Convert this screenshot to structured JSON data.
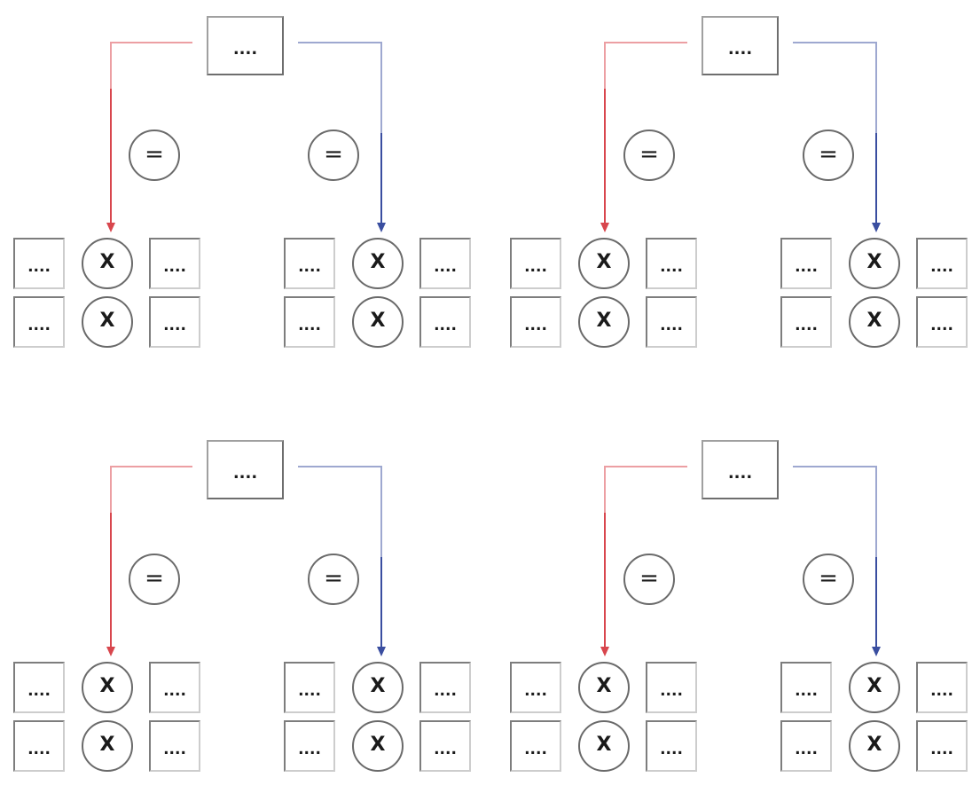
{
  "diagrams": [
    {
      "top_label": "....",
      "left_operator": "=",
      "right_operator": "=",
      "left_group": [
        {
          "left": "....",
          "op": "X",
          "right": "...."
        },
        {
          "left": "....",
          "op": "X",
          "right": "...."
        }
      ],
      "right_group": [
        {
          "left": "....",
          "op": "X",
          "right": "...."
        },
        {
          "left": "....",
          "op": "X",
          "right": "...."
        }
      ]
    },
    {
      "top_label": "....",
      "left_operator": "=",
      "right_operator": "=",
      "left_group": [
        {
          "left": "....",
          "op": "X",
          "right": "...."
        },
        {
          "left": "....",
          "op": "X",
          "right": "...."
        }
      ],
      "right_group": [
        {
          "left": "....",
          "op": "X",
          "right": "...."
        },
        {
          "left": "....",
          "op": "X",
          "right": "...."
        }
      ]
    },
    {
      "top_label": "....",
      "left_operator": "=",
      "right_operator": "=",
      "left_group": [
        {
          "left": "....",
          "op": "X",
          "right": "...."
        },
        {
          "left": "....",
          "op": "X",
          "right": "...."
        }
      ],
      "right_group": [
        {
          "left": "....",
          "op": "X",
          "right": "...."
        },
        {
          "left": "....",
          "op": "X",
          "right": "...."
        }
      ]
    },
    {
      "top_label": "....",
      "left_operator": "=",
      "right_operator": "=",
      "left_group": [
        {
          "left": "....",
          "op": "X",
          "right": "...."
        },
        {
          "left": "....",
          "op": "X",
          "right": "...."
        }
      ],
      "right_group": [
        {
          "left": "....",
          "op": "X",
          "right": "...."
        },
        {
          "left": "....",
          "op": "X",
          "right": "...."
        }
      ]
    }
  ],
  "colors": {
    "left_connector": "#d8464d",
    "left_connector_faint": "#ec9fa3",
    "right_connector": "#3a4ea0",
    "right_connector_faint": "#9ea8d0"
  }
}
